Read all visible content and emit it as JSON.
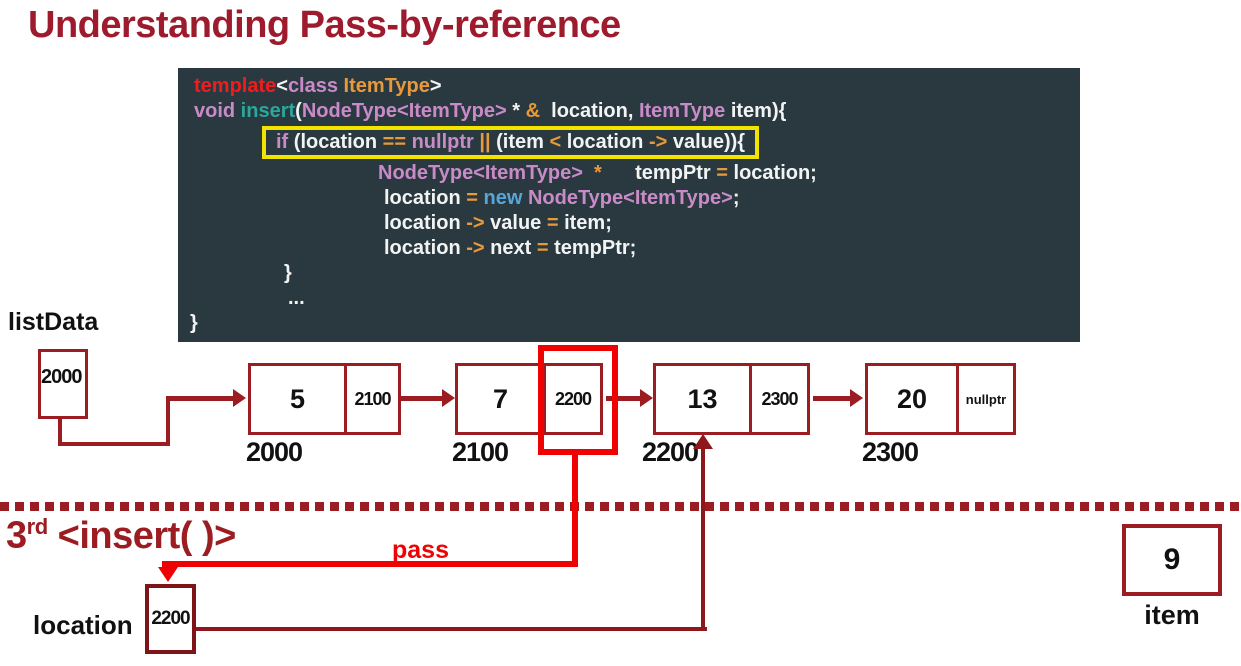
{
  "title": "Understanding Pass-by-reference",
  "colors": {
    "title_red": "#9e1b2e",
    "diagram_dark_red": "#9b1c21",
    "bottom_maroon": "#8f161b",
    "bright_red": "#ee0202",
    "highlight_yellow": "#f3e300",
    "code_background": "#2a3840"
  },
  "code": {
    "palette": {
      "red": "#ef1d1d",
      "pink": "#c98bc8",
      "orange": "#e89a3a",
      "teal": "#2ba89b",
      "blue": "#58a6d8",
      "white": "#f2f4f4"
    },
    "lines": [
      {
        "indent": 6,
        "segments": [
          {
            "t": "template",
            "c": "red"
          },
          {
            "t": "<",
            "c": "white"
          },
          {
            "t": "class ",
            "c": "pink"
          },
          {
            "t": "ItemType",
            "c": "orange"
          },
          {
            "t": ">",
            "c": "white"
          }
        ]
      },
      {
        "indent": 6,
        "segments": [
          {
            "t": "void ",
            "c": "pink"
          },
          {
            "t": "insert",
            "c": "teal"
          },
          {
            "t": "(",
            "c": "white"
          },
          {
            "t": "NodeType<ItemType>",
            "c": "pink"
          },
          {
            "t": " * ",
            "c": "white"
          },
          {
            "t": "& ",
            "c": "orange"
          },
          {
            "t": " location, ",
            "c": "white"
          },
          {
            "t": "ItemType",
            "c": "pink"
          },
          {
            "t": " item){",
            "c": "white"
          }
        ]
      },
      {
        "indent": 74,
        "boxed": true,
        "segments": [
          {
            "t": "if ",
            "c": "pink"
          },
          {
            "t": "(location ",
            "c": "white"
          },
          {
            "t": "== ",
            "c": "orange"
          },
          {
            "t": "nullptr ",
            "c": "pink"
          },
          {
            "t": "|| ",
            "c": "orange"
          },
          {
            "t": "(item ",
            "c": "white"
          },
          {
            "t": "< ",
            "c": "orange"
          },
          {
            "t": "location ",
            "c": "white"
          },
          {
            "t": "-> ",
            "c": "orange"
          },
          {
            "t": "value)){",
            "c": "white"
          }
        ]
      },
      {
        "indent": 190,
        "segments": [
          {
            "t": "NodeType<ItemType>",
            "c": "pink"
          },
          {
            "t": "  ",
            "c": "white"
          },
          {
            "t": "*",
            "c": "orange"
          },
          {
            "t": "      tempPtr ",
            "c": "white"
          },
          {
            "t": "= ",
            "c": "orange"
          },
          {
            "t": "location;",
            "c": "white"
          }
        ]
      },
      {
        "indent": 196,
        "segments": [
          {
            "t": "location ",
            "c": "white"
          },
          {
            "t": "= ",
            "c": "orange"
          },
          {
            "t": "new ",
            "c": "blue"
          },
          {
            "t": "NodeType<ItemType>",
            "c": "pink"
          },
          {
            "t": ";",
            "c": "white"
          }
        ]
      },
      {
        "indent": 196,
        "segments": [
          {
            "t": "location ",
            "c": "white"
          },
          {
            "t": "-> ",
            "c": "orange"
          },
          {
            "t": "value ",
            "c": "white"
          },
          {
            "t": "= ",
            "c": "orange"
          },
          {
            "t": "item;",
            "c": "white"
          }
        ]
      },
      {
        "indent": 196,
        "segments": [
          {
            "t": "location ",
            "c": "white"
          },
          {
            "t": "-> ",
            "c": "orange"
          },
          {
            "t": "next ",
            "c": "white"
          },
          {
            "t": "= ",
            "c": "orange"
          },
          {
            "t": "tempPtr;",
            "c": "white"
          }
        ]
      },
      {
        "indent": 96,
        "segments": [
          {
            "t": "}",
            "c": "white"
          }
        ]
      },
      {
        "indent": 100,
        "segments": [
          {
            "t": "...",
            "c": "white"
          }
        ]
      },
      {
        "indent": 2,
        "segments": [
          {
            "t": "}",
            "c": "white"
          }
        ]
      }
    ]
  },
  "diagram": {
    "list_label": "listData",
    "head_pointer_value": "2000",
    "nodes": [
      {
        "value": "5",
        "next": "2100",
        "address": "2000"
      },
      {
        "value": "7",
        "next": "2200",
        "address": "2100"
      },
      {
        "value": "13",
        "next": "2300",
        "address": "2200"
      },
      {
        "value": "20",
        "next": "nullptr",
        "address": "2300"
      }
    ]
  },
  "bottom": {
    "call_number": "3",
    "call_sup": "rd",
    "call_rest": "<insert( )>",
    "pass_label": "pass",
    "location_label": "location",
    "location_value": "2200",
    "item_value": "9",
    "item_label": "item"
  }
}
